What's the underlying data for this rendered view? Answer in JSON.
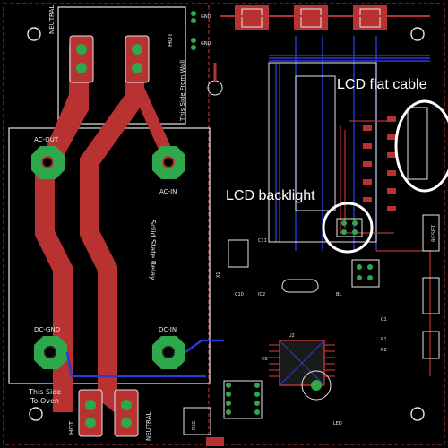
{
  "board": {
    "silkscreen": {
      "neutral_top": "NEUTRAL",
      "hot_top": "HOT",
      "this_side_from_wall": "This Side From Wall",
      "ac_out": "AC-OUT",
      "ac_in": "AC-IN",
      "solid_state_relay": "Solid State Relay",
      "dc_gnd": "DC-GND",
      "dc_in": "DC-IN",
      "this_side_to_oven_1": "This Side",
      "this_side_to_oven_2": "To Oven",
      "hot_bottom": "HOT",
      "neutral_bottom": "NEUTRAL",
      "reset": "RESET",
      "gnd_a": "GND",
      "gnd_b": "GND",
      "c11": "C11",
      "c10": "C10",
      "x1": "X1",
      "ic2": "IC2",
      "u2": "U2",
      "c6": "C6",
      "reg": "REG",
      "led": "LED",
      "r1": "R1",
      "r2": "R2",
      "c1": "C1",
      "bl": "BL"
    },
    "annotations": {
      "lcd_flat_cable": "LCD flat cable",
      "lcd_backlight": "LCD backlight"
    },
    "colors": {
      "board": "#000000",
      "copper_top": "#b83232",
      "copper_bottom": "#2a3ad6",
      "pad": "#2ea84a",
      "silkscreen": "#e6e6e6",
      "callout_circle": "#ffffff",
      "board_edge": "#d63a3a"
    }
  }
}
